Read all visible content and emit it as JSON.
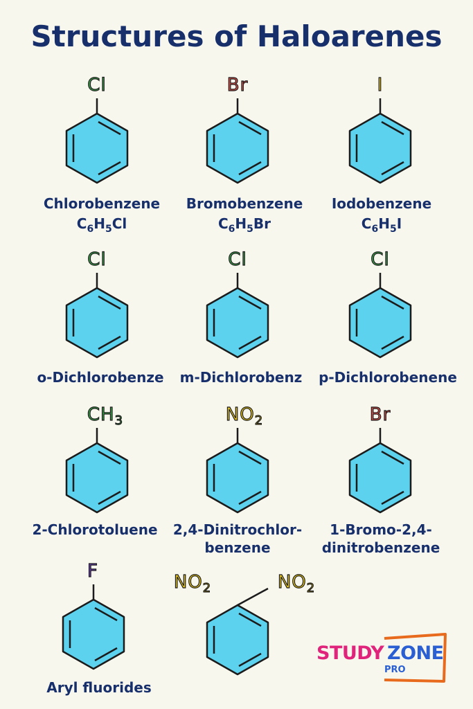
{
  "title": "Structures of Haloarenes",
  "colors": {
    "ring_fill": "#5dd2ee",
    "ring_stroke": "#1b1b1b",
    "title": "#17306b",
    "chlorine": "#3fa34d",
    "bromine": "#e0524a",
    "iodine": "#e3c21b",
    "nitro": "#e3c21b",
    "fluorine": "#6a3fb5"
  },
  "molecules": [
    {
      "substituent": "Cl",
      "substituent_color": "#3fa34d",
      "name": "Chlorobenzene",
      "formula": {
        "c": "C",
        "c_sub": "6",
        "h": "H",
        "h_sub": "5",
        "x": "Cl"
      }
    },
    {
      "substituent": "Br",
      "substituent_color": "#e0524a",
      "name": "Bromobenzene",
      "formula": {
        "c": "C",
        "c_sub": "6",
        "h": "H",
        "h_sub": "5",
        "x": "Br"
      }
    },
    {
      "substituent": "I",
      "substituent_color": "#e3c21b",
      "name": "Iodobenzene",
      "formula": {
        "c": "C",
        "c_sub": "6",
        "h": "H",
        "h_sub": "5",
        "x": "I"
      }
    },
    {
      "substituent": "Cl",
      "substituent_color": "#3fa34d",
      "name": "o-Dichlorobenze"
    },
    {
      "substituent": "Cl",
      "substituent_color": "#3fa34d",
      "name": "m-Dichlorobenz"
    },
    {
      "substituent": "Cl",
      "substituent_color": "#3fa34d",
      "name": "p-Dichlorobenene"
    },
    {
      "substituent": "CH",
      "substituent_sub": "3",
      "substituent_color": "#3fa34d",
      "name": "2-Chlorotoluene"
    },
    {
      "substituent": "NO",
      "substituent_sub": "2",
      "substituent_color": "#e3c21b",
      "name": "2,4-Dinitrochlor-",
      "name_line2": "benzene"
    },
    {
      "substituent": "Br",
      "substituent_color": "#e0524a",
      "name": "1-Bromo-2,4-",
      "name_line2": "dinitrobenzene"
    },
    {
      "substituent": "F",
      "substituent_color": "#6a3fb5",
      "name": "Aryl fluorides"
    },
    {
      "substituent_left": "NO",
      "substituent_left_sub": "2",
      "substituent_right": "NO",
      "substituent_right_sub": "2",
      "substituent_color": "#e3c21b",
      "name": ""
    }
  ],
  "logo": {
    "study": "STUDY",
    "zone": "ZONE",
    "pro": "PRO",
    "frame_color": "#e86a1c"
  }
}
